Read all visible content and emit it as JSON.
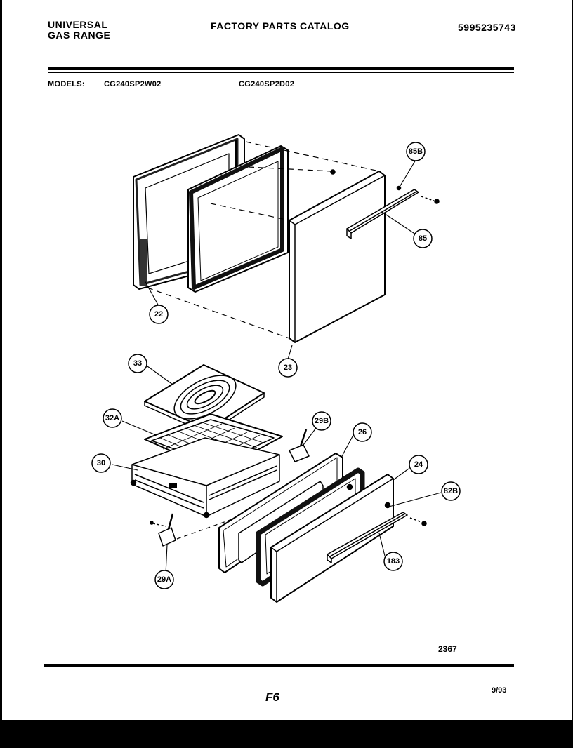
{
  "header": {
    "brand_line1": "UNIVERSAL",
    "brand_line2": "GAS RANGE",
    "title": "FACTORY PARTS CATALOG",
    "catalog_number": "5995235743"
  },
  "models": {
    "label": "MODELS:",
    "items": [
      "CG240SP2W02",
      "CG240SP2D02"
    ]
  },
  "callouts": [
    "22",
    "23",
    "33",
    "85",
    "85B",
    "32A",
    "30",
    "29B",
    "26",
    "24",
    "82B",
    "29A",
    "183"
  ],
  "footer": {
    "drawing_number": "2367",
    "page": "F6",
    "date": "9/93"
  }
}
